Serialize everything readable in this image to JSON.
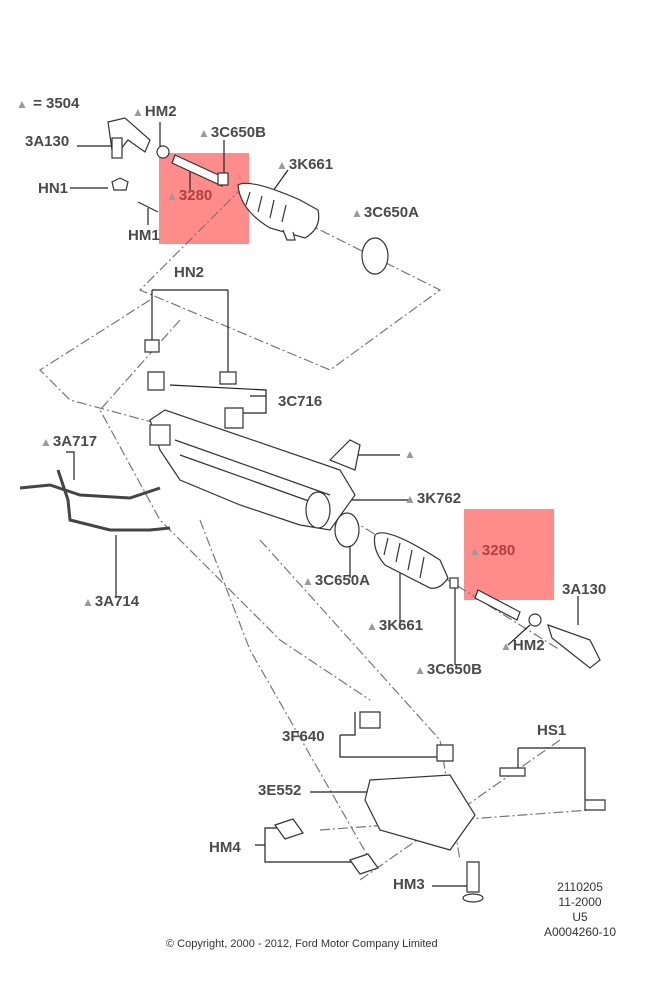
{
  "legend": {
    "symbol": "▲",
    "equals": "=",
    "value": "3504"
  },
  "labels": {
    "hm2_top": "HM2",
    "a3a130_top": "3A130",
    "c650b_top": "3C650B",
    "k661_top": "3K661",
    "hn1": "HN1",
    "p3280_top": "3280",
    "c650a_top": "3C650A",
    "hm1": "HM1",
    "hn2": "HN2",
    "c716": "3C716",
    "a717": "3A717",
    "k762": "3K762",
    "p3280_bottom": "3280",
    "c650a_bottom": "3C650A",
    "a3a130_bottom": "3A130",
    "a714": "3A714",
    "k661_bottom": "3K661",
    "hm2_bottom": "HM2",
    "c650b_bottom": "3C650B",
    "f640": "3F640",
    "hs1": "HS1",
    "e552": "3E552",
    "hm4": "HM4",
    "hm3": "HM3"
  },
  "triangle": "▲",
  "reference": [
    "2110205",
    "11-2000",
    "U5",
    "A0004260-10"
  ],
  "copyright": "© Copyright, 2000 - 2012, Ford Motor Company Limited",
  "colors": {
    "highlight": "#ff5a5a",
    "label": "#4a4a4a",
    "triangle": "#9a9a9a"
  }
}
